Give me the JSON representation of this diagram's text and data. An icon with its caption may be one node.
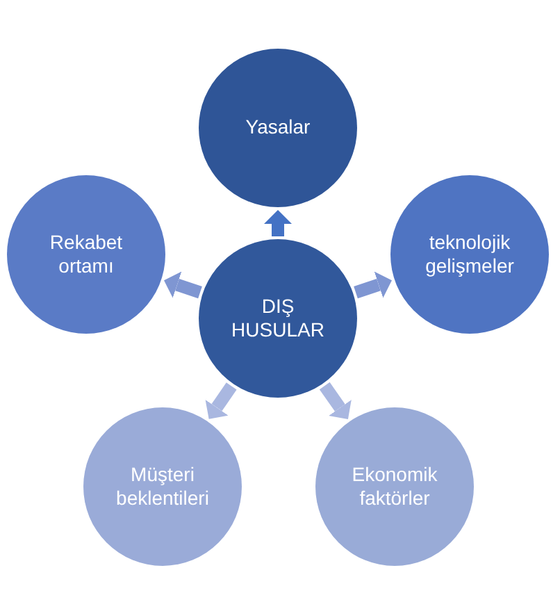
{
  "diagram": {
    "nodes": [
      {
        "text": [
          "Yasalar"
        ]
      },
      {
        "text": [
          "Rekabet ortamı"
        ]
      },
      {
        "text": [
          "DIŞ HUSULAR"
        ]
      },
      {
        "text": [
          "teknolojik gelişmeler"
        ]
      },
      {
        "text": [
          "Müşteri beklentileri"
        ]
      },
      {
        "text": [
          "Ekonomik faktörler"
        ]
      }
    ],
    "edges": [
      {
        "from": 2,
        "to": 0,
        "arrow": "to",
        "color": "#4472c4"
      },
      {
        "from": 2,
        "to": 1,
        "arrow": "to",
        "color": "#7f96d2"
      },
      {
        "from": 2,
        "to": 3,
        "arrow": "to",
        "color": "#7f96d2"
      },
      {
        "from": 2,
        "to": 4,
        "arrow": "to",
        "color": "#a9b7e0"
      },
      {
        "from": 2,
        "to": 5,
        "arrow": "to",
        "color": "#a9b7e0"
      }
    ]
  }
}
